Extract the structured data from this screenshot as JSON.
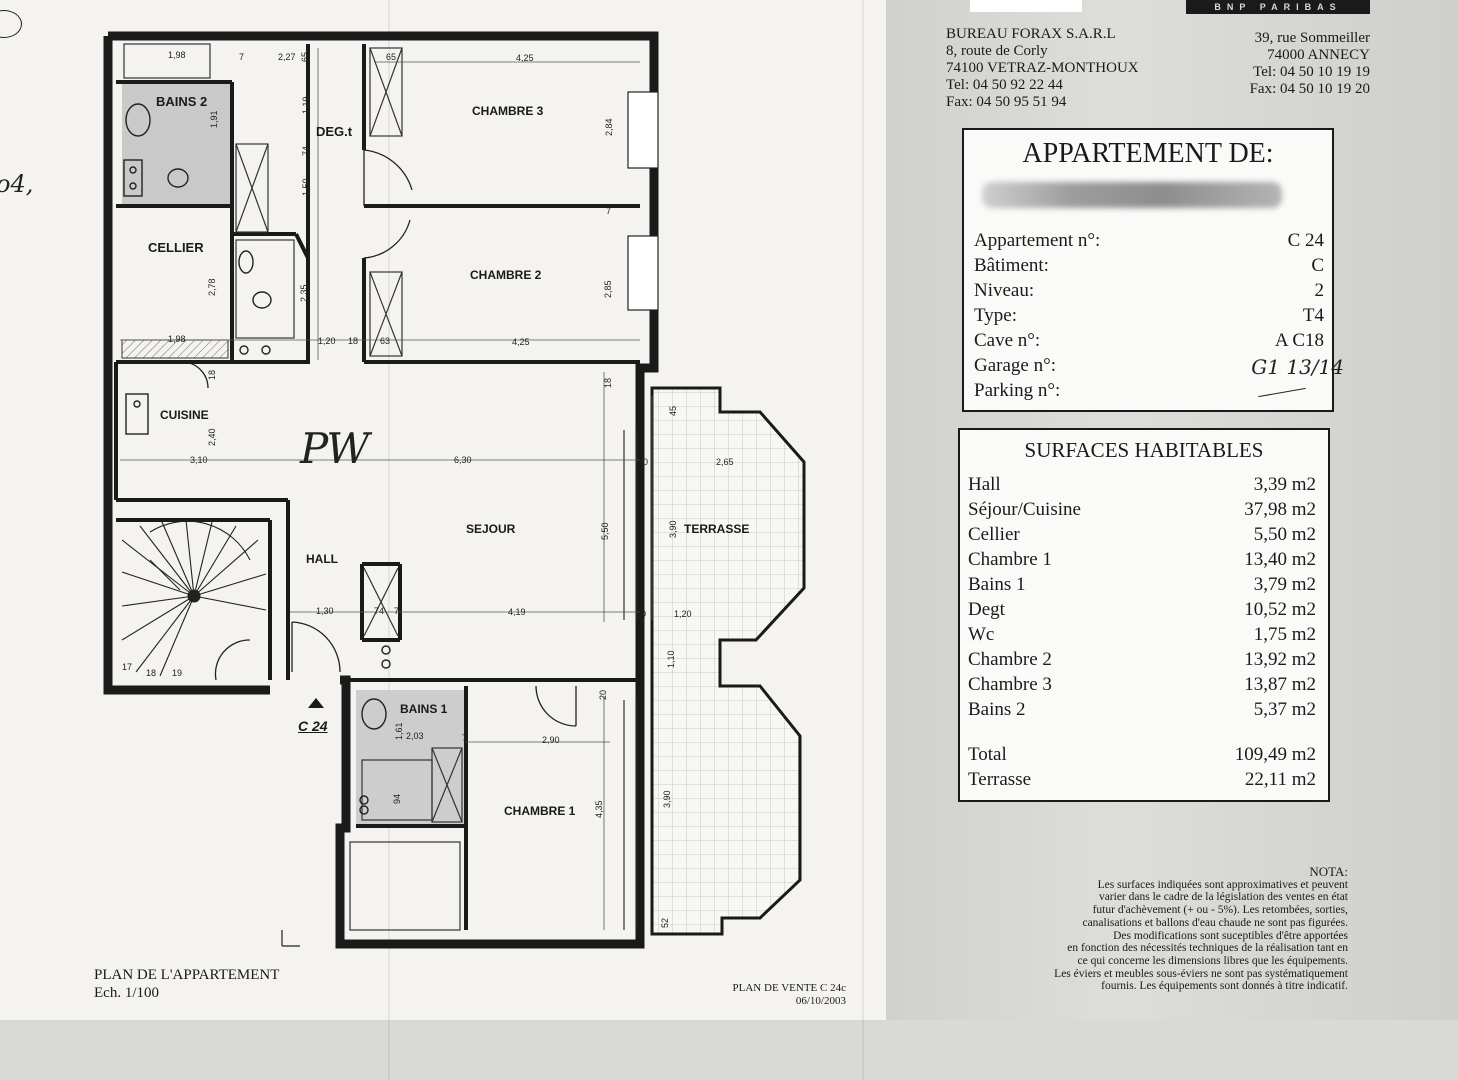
{
  "plan": {
    "rooms": {
      "bains2": "BAINS 2",
      "degt": "DEG.t",
      "chambre3": "CHAMBRE 3",
      "cellier": "CELLIER",
      "chambre2": "CHAMBRE 2",
      "cuisine": "CUISINE",
      "sejour": "SEJOUR",
      "terrasse": "TERRASSE",
      "hall": "HALL",
      "bains1": "BAINS 1",
      "chambre1": "CHAMBRE 1"
    },
    "dims": {
      "d198a": "1,98",
      "d227": "2,27",
      "d65a": "65",
      "d65b": "65",
      "d425a": "4,25",
      "d191": "1,91",
      "d119": "1,19",
      "d74a": "74",
      "d150": "1,50",
      "d284": "2,84",
      "d7a": "7",
      "d7b": "7",
      "d278": "2,78",
      "d235": "2,35",
      "d285": "2,85",
      "d198b": "1,98",
      "d120a": "1,20",
      "d18a": "18",
      "d63": "63",
      "d425b": "4,25",
      "d18b": "18",
      "d18c": "18",
      "d45": "45",
      "d240": "2,40",
      "d310": "3,10",
      "d630": "6,30",
      "d30a": "30",
      "d265": "2,65",
      "d550": "5,50",
      "d390a": "3,90",
      "d130": "1,30",
      "d74b": "74",
      "d7c": "7",
      "d419": "4,19",
      "d30b": "30",
      "d120b": "1,20",
      "d110": "1,10",
      "d20": "20",
      "d161": "1,61",
      "d203": "2,03",
      "d7d": "7",
      "d290": "2,90",
      "d94": "94",
      "d435": "4,35",
      "d390b": "3,90",
      "d52": "52",
      "s17": "17",
      "s18": "18",
      "s19": "19"
    },
    "entry_label": "C 24",
    "caption_title": "PLAN DE L'APPARTEMENT",
    "caption_scale": "Ech. 1/100",
    "sale_ref": "PLAN DE VENTE C 24c",
    "sale_date": "06/10/2003"
  },
  "bureau": {
    "name": "BUREAU FORAX S.A.R.L",
    "address1": "8, route de Corly",
    "address2": "74100 VETRAZ-MONTHOUX",
    "tel": "Tel: 04 50 92 22 44",
    "fax": "Fax: 04 50 95 51 94"
  },
  "bank": {
    "logo": "BNP PARIBAS",
    "address1": "39, rue Sommeiller",
    "address2": "74000 ANNECY",
    "tel": "Tel: 04 50 10 19 19",
    "fax": "Fax: 04 50 10 19 20"
  },
  "apartment": {
    "title": "APPARTEMENT DE:",
    "rows": [
      {
        "label": "Appartement n°:",
        "value": "C 24"
      },
      {
        "label": "Bâtiment:",
        "value": "C"
      },
      {
        "label": "Niveau:",
        "value": "2"
      },
      {
        "label": "Type:",
        "value": "T4"
      },
      {
        "label": "Cave n°:",
        "value": "A C18"
      },
      {
        "label": "Garage n°:",
        "value": "G1 13/14"
      },
      {
        "label": "Parking n°:",
        "value": ""
      }
    ]
  },
  "surfaces": {
    "title": "SURFACES HABITABLES",
    "rows": [
      {
        "label": "Hall",
        "value": "3,39 m2"
      },
      {
        "label": "Séjour/Cuisine",
        "value": "37,98 m2"
      },
      {
        "label": "Cellier",
        "value": "5,50 m2"
      },
      {
        "label": "Chambre 1",
        "value": "13,40 m2"
      },
      {
        "label": "Bains 1",
        "value": "3,79 m2"
      },
      {
        "label": "Degt",
        "value": "10,52 m2"
      },
      {
        "label": "Wc",
        "value": "1,75 m2"
      },
      {
        "label": "Chambre 2",
        "value": "13,92 m2"
      },
      {
        "label": "Chambre 3",
        "value": "13,87 m2"
      },
      {
        "label": "Bains 2",
        "value": "5,37 m2"
      }
    ],
    "total_label": "Total",
    "total_value": "109,49 m2",
    "terrasse_label": "Terrasse",
    "terrasse_value": "22,11 m2"
  },
  "nota": {
    "title": "NOTA:",
    "lines": [
      "Les surfaces indiquées sont approximatives et peuvent",
      "varier dans le cadre de la législation des ventes en état",
      "futur d'achèvement (+ ou - 5%). Les retombées, sorties,",
      "canalisations et ballons d'eau chaude ne sont pas figurées.",
      "Des modifications sont suceptibles d'être apportées",
      "en fonction des nécessités techniques de la réalisation tant en",
      "ce qui concerne les dimensions libres que les équipements.",
      "Les éviers et meubles sous-éviers ne sont pas systématiquement",
      "fournis. Les équipements sont donnés à titre indicatif."
    ]
  },
  "handwriting": {
    "margin_note": "o4,",
    "initials": "PW"
  }
}
